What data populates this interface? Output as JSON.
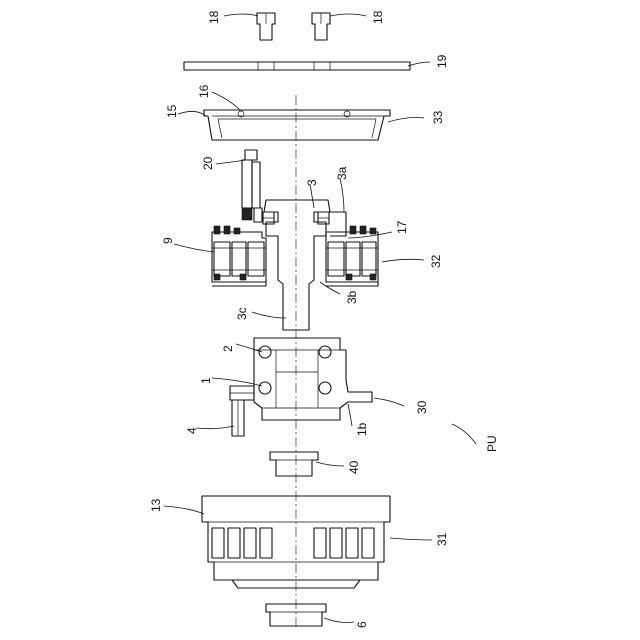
{
  "labels": {
    "l18a": "18",
    "l18b": "18",
    "l19": "19",
    "l15": "15",
    "l16": "16",
    "l33": "33",
    "l20": "20",
    "l3": "3",
    "l3a": "3a",
    "l9": "9",
    "l17": "17",
    "l32": "32",
    "l3b": "3b",
    "l3c": "3c",
    "l2": "2",
    "l1": "1",
    "l30": "30",
    "l4": "4",
    "l1b": "1b",
    "lPU": "PU",
    "l40": "40",
    "l13": "13",
    "l31": "31",
    "l6": "6"
  }
}
